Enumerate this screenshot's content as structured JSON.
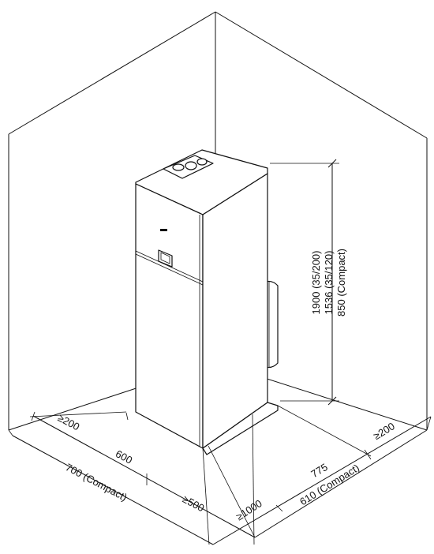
{
  "dimensions": {
    "height_full": "1900 (35/200)",
    "height_mid": "1536 (35/120)",
    "height_compact": "850 (Compact)",
    "left_clearance": "≥200",
    "width": "600",
    "width_compact": "700 (Compact)",
    "front_clearance": "≥500",
    "front_clearance_alt": "≥1000",
    "depth": "775",
    "depth_compact": "610 (Compact)",
    "right_clearance": "≥200"
  }
}
